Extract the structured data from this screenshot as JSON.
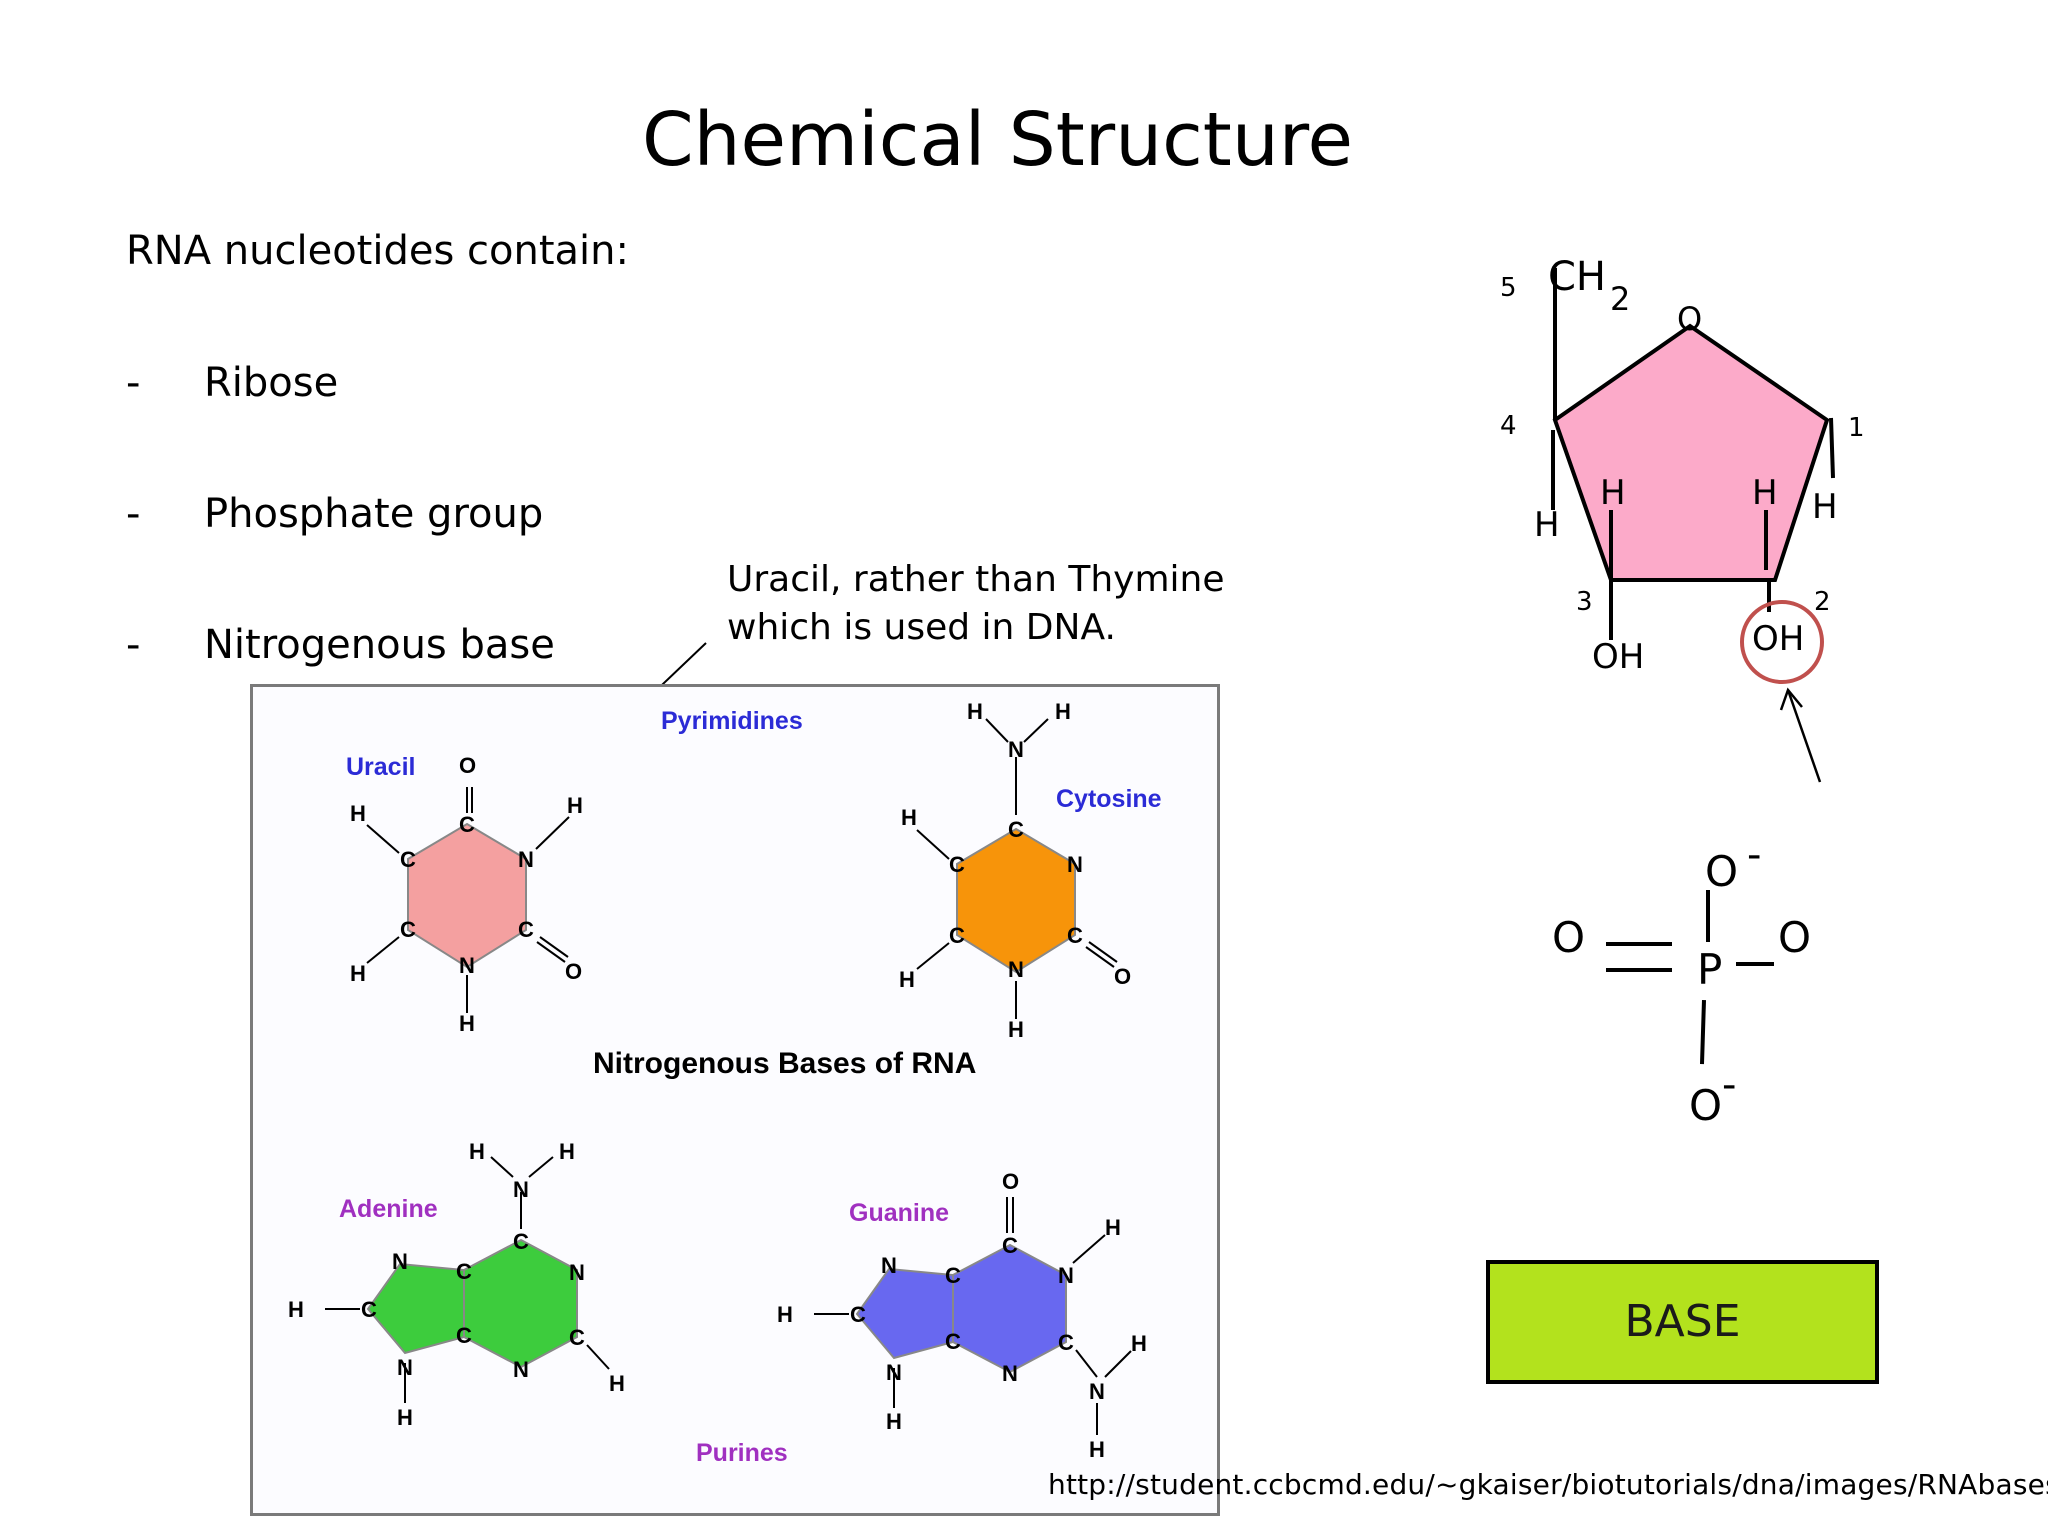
{
  "slide": {
    "title": "Chemical Structure",
    "intro": "RNA nucleotides contain:",
    "bullets": [
      {
        "dash": "-",
        "text": "Ribose"
      },
      {
        "dash": "-",
        "text": "Phosphate group"
      },
      {
        "dash": "-",
        "text": "Nitrogenous base"
      }
    ],
    "note_line1": "Uracil, rather than Thymine",
    "note_line2": "which is used in DNA.",
    "source_url": "http://student.ccbcmd.edu/~gkaiser/biotutorials/dna/images/RNAbases.jpg"
  },
  "rna_figure": {
    "heading": "Nitrogenous Bases of RNA",
    "group_pyrimidines": "Pyrimidines",
    "group_purines": "Purines",
    "bases": {
      "uracil": "Uracil",
      "cytosine": "Cytosine",
      "adenine": "Adenine",
      "guanine": "Guanine"
    },
    "atoms": {
      "carbon": "C",
      "nitrogen": "N",
      "oxygen": "O",
      "hydrogen": "H"
    },
    "colors": {
      "uracil_fill": "#f4a0a0",
      "cytosine_fill": "#f7940a",
      "adenine_fill": "#3dcc3d",
      "guanine_fill": "#6868f0",
      "pyrimidine_label": "#2b2bd6",
      "purine_label": "#a030c0"
    }
  },
  "ribose": {
    "ch2_main": "CH",
    "ch2_sub": "2",
    "ring_oxygen": "O",
    "positions": [
      "1",
      "2",
      "3",
      "4",
      "5"
    ],
    "h_label": "H",
    "oh_label": "OH",
    "colors": {
      "ring_fill": "#fcaac9",
      "highlight_circle": "#c0504d"
    }
  },
  "phosphate": {
    "p": "P",
    "o": "O",
    "charge": "-"
  },
  "base_box": {
    "label": "BASE",
    "color": "#b3e21d"
  }
}
